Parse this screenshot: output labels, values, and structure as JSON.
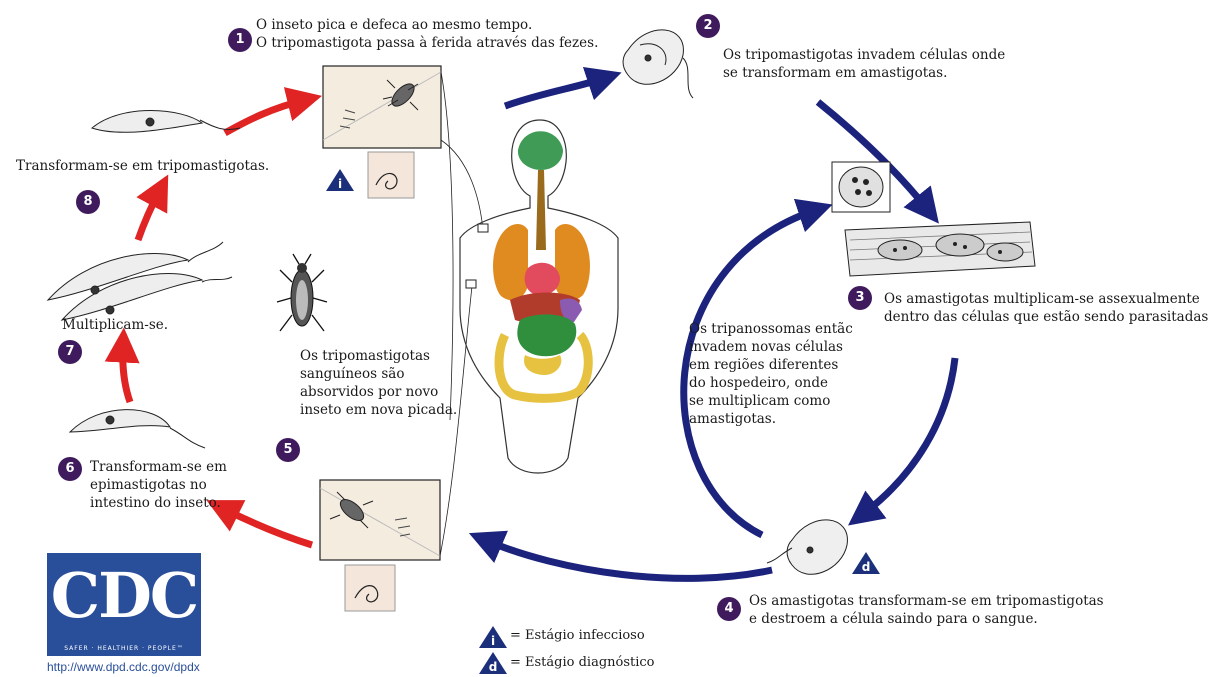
{
  "steps": {
    "s1": {
      "num": "1",
      "text": "O inseto pica e defeca ao mesmo tempo.\nO tripomastigota passa à ferida através das fezes."
    },
    "s2": {
      "num": "2",
      "text": "Os tripomastigotas invadem células onde\nse transformam em amastigotas."
    },
    "s3": {
      "num": "3",
      "text": "Os amastigotas multiplicam-se assexualmente\ndentro das células que estão sendo parasitadas"
    },
    "s4": {
      "num": "4",
      "text": "Os amastigotas transformam-se em tripomastigotas\ne destroem a célula saindo para o sangue."
    },
    "s5": {
      "num": "5",
      "text": "Os tripomastigotas\nsanguíneos são\nabsorvidos por novo\ninseto em nova picada."
    },
    "s6": {
      "num": "6",
      "text": "Transformam-se em\nepimastigotas no\nintestino do inseto."
    },
    "s7": {
      "num": "7",
      "text": "Multiplicam-se."
    },
    "s8": {
      "num": "8",
      "text": "Transformam-se em tripomastigotas."
    },
    "center": {
      "text": "Os tripanossomas entãc\ninvadem novas células\nem regiões diferentes\ndo hospedeiro, onde\nse multiplicam como\namastigotas."
    }
  },
  "markers": {
    "infective": "i",
    "diagnostic": "d"
  },
  "legend": {
    "infective": "= Estágio infeccioso",
    "diagnostic": "= Estágio diagnóstico"
  },
  "logo": {
    "word": "CDC",
    "tagline": "SAFER · HEALTHIER · PEOPLE™",
    "url": "http://www.dpd.cdc.gov/dpdx"
  },
  "colors": {
    "human_cycle_arrows": "#1c237c",
    "insect_cycle_arrows": "#e02424",
    "badge": "#3f1a5c",
    "marker": "#1c2f7a"
  },
  "icons": {
    "insect": "triatomine-bug-icon",
    "human": "human-body-organs-icon"
  }
}
